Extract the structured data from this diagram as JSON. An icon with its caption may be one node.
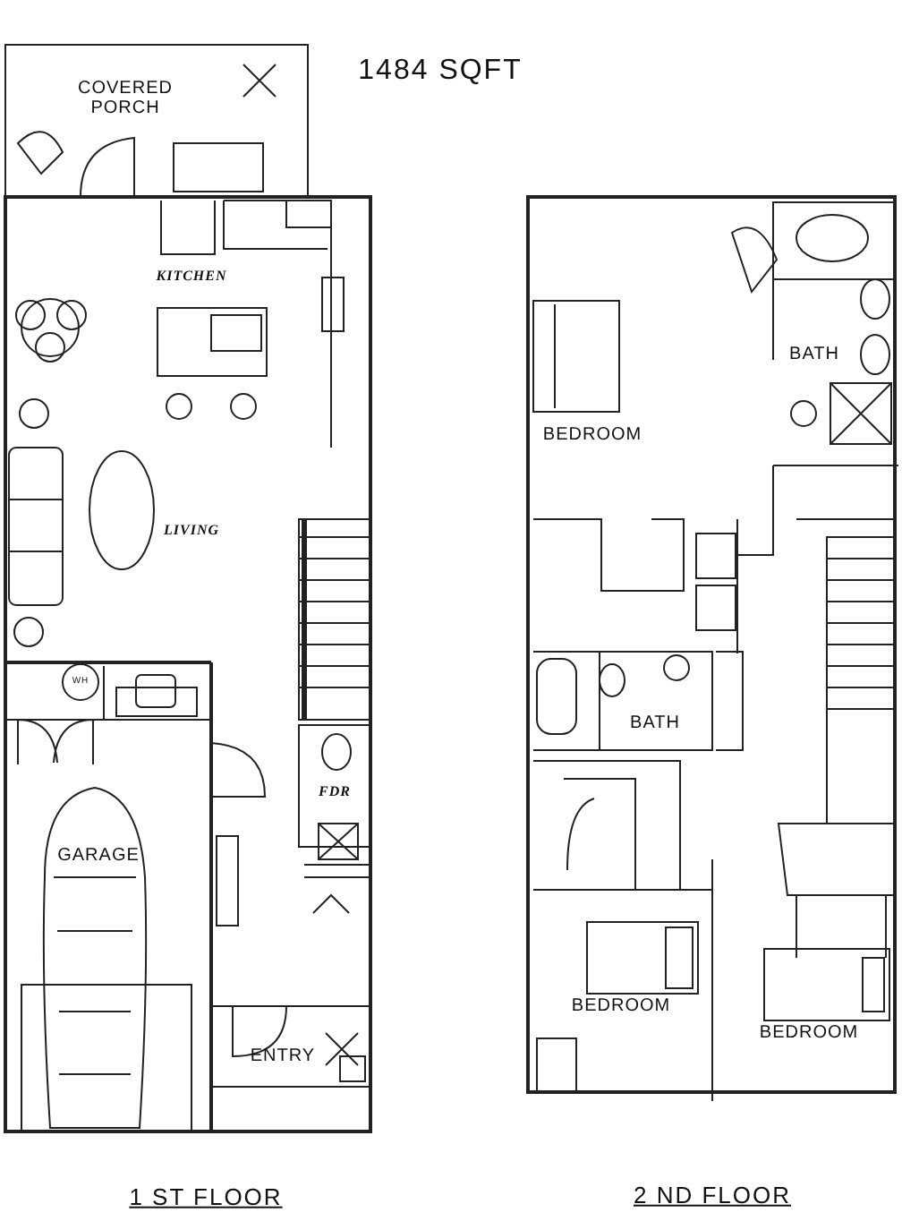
{
  "diagram": {
    "title": "1484 SQFT",
    "labels": [
      "COVERED PORCH",
      "KITCHEN",
      "LIVING",
      "WH",
      "FDR",
      "GARAGE",
      "ENTRY",
      "1 ST FLOOR",
      "BEDROOM",
      "BATH",
      "BATH",
      "BEDROOM",
      "BEDROOM",
      "2 ND FLOOR"
    ]
  }
}
